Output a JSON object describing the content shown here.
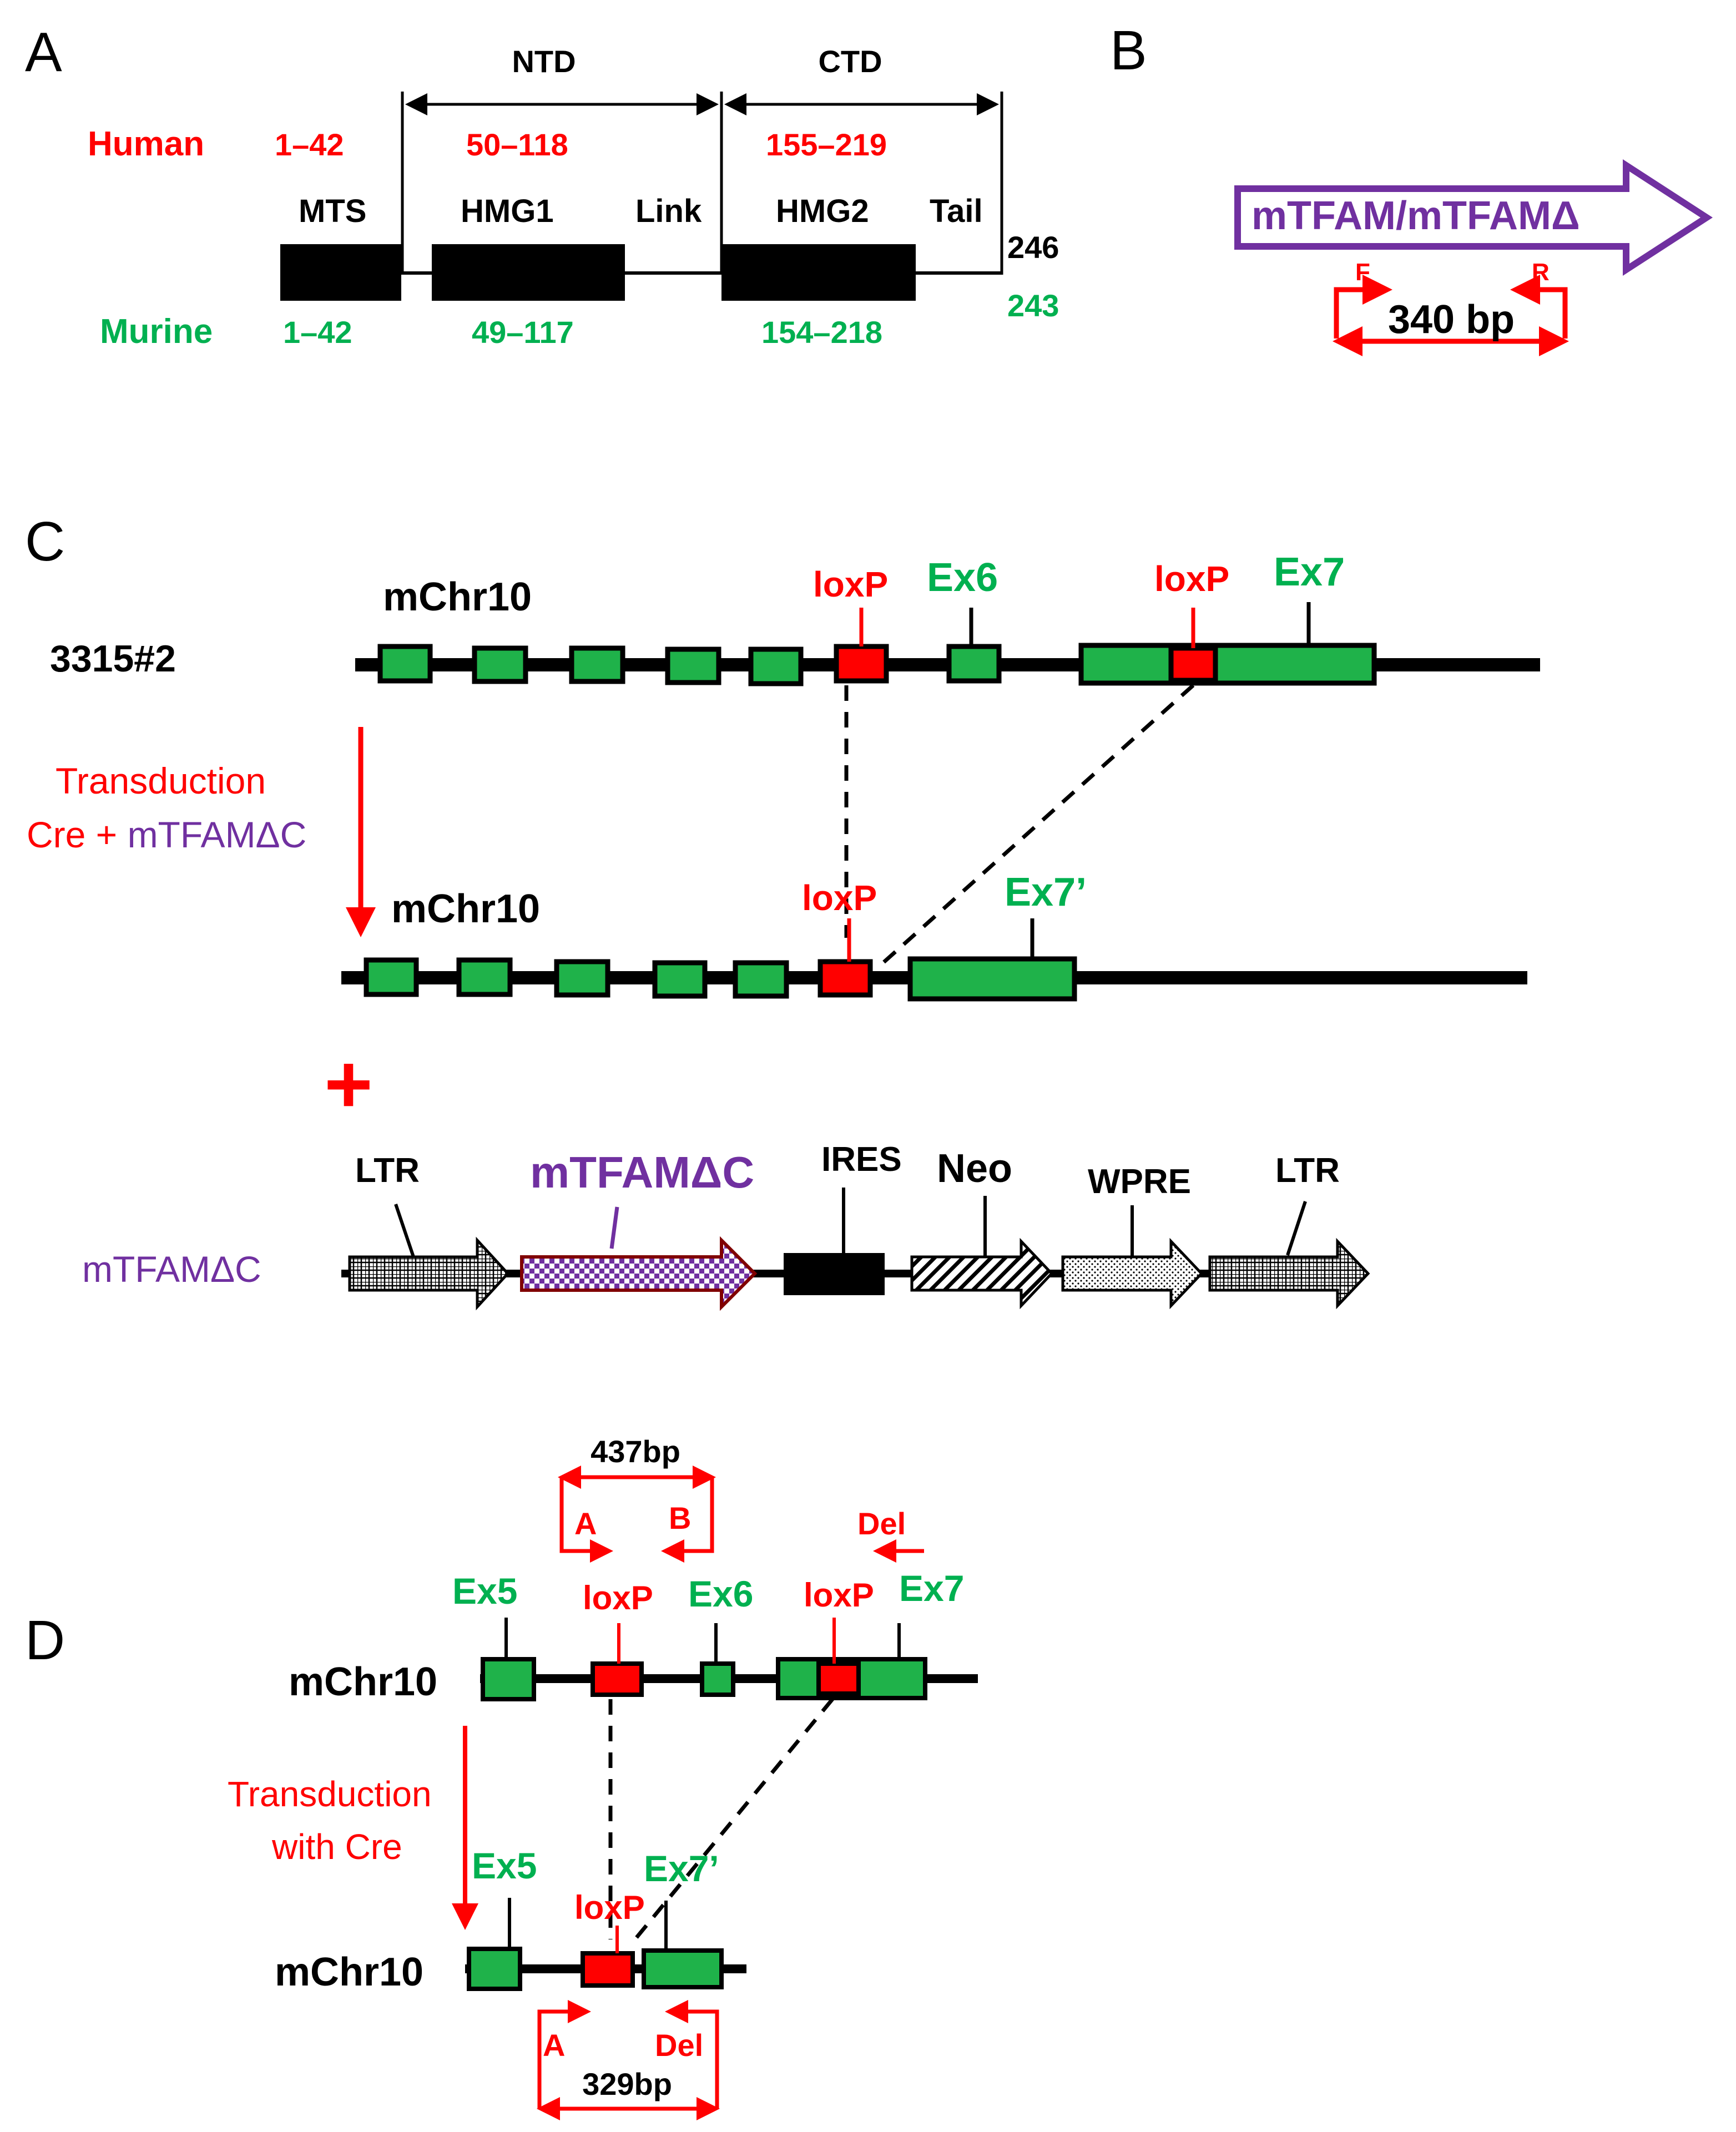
{
  "colors": {
    "red": "#ff0000",
    "green": "#00b050",
    "box_green": "#1fb24a",
    "purple": "#7030a0",
    "black": "#000000",
    "dark_red_outline": "#800000"
  },
  "panel_a": {
    "letter": "A",
    "ntd": "NTD",
    "ctd": "CTD",
    "human_label": "Human",
    "murine_label": "Murine",
    "human_ranges": [
      "1–42",
      "50–118",
      "155–219"
    ],
    "murine_ranges": [
      "1–42",
      "49–117",
      "154–218"
    ],
    "human_end": "246",
    "murine_end": "243",
    "domains": [
      "MTS",
      "HMG1",
      "Link",
      "HMG2",
      "Tail"
    ]
  },
  "panel_b": {
    "letter": "B",
    "construct": "mTFAM/mTFAMΔ",
    "primer_f": "F",
    "primer_r": "R",
    "product": "340 bp"
  },
  "panel_c": {
    "letter": "C",
    "clone": "3315#2",
    "chr_top": "mChr10",
    "chr_bottom": "mChr10",
    "loxp": "loxP",
    "ex6": "Ex6",
    "ex7": "Ex7",
    "ex7_prime": "Ex7’",
    "transduction_line1": "Transduction",
    "transduction_line2_prefix": "Cre + ",
    "transduction_line2_suffix": "mTFAMΔC",
    "plus": "+",
    "vector_name": "mTFAMΔC",
    "vector_elements": [
      "LTR",
      "mTFAMΔC",
      "IRES",
      "Neo",
      "WPRE",
      "LTR"
    ]
  },
  "panel_d": {
    "letter": "D",
    "chr_top": "mChr10",
    "chr_bottom": "mChr10",
    "ex5": "Ex5",
    "ex6": "Ex6",
    "ex7": "Ex7",
    "ex7_prime": "Ex7’",
    "loxp": "loxP",
    "primer_a": "A",
    "primer_b": "B",
    "primer_del": "Del",
    "product_top": "437bp",
    "product_bottom": "329bp",
    "transduction_line1": "Transduction",
    "transduction_line2": "with Cre"
  }
}
